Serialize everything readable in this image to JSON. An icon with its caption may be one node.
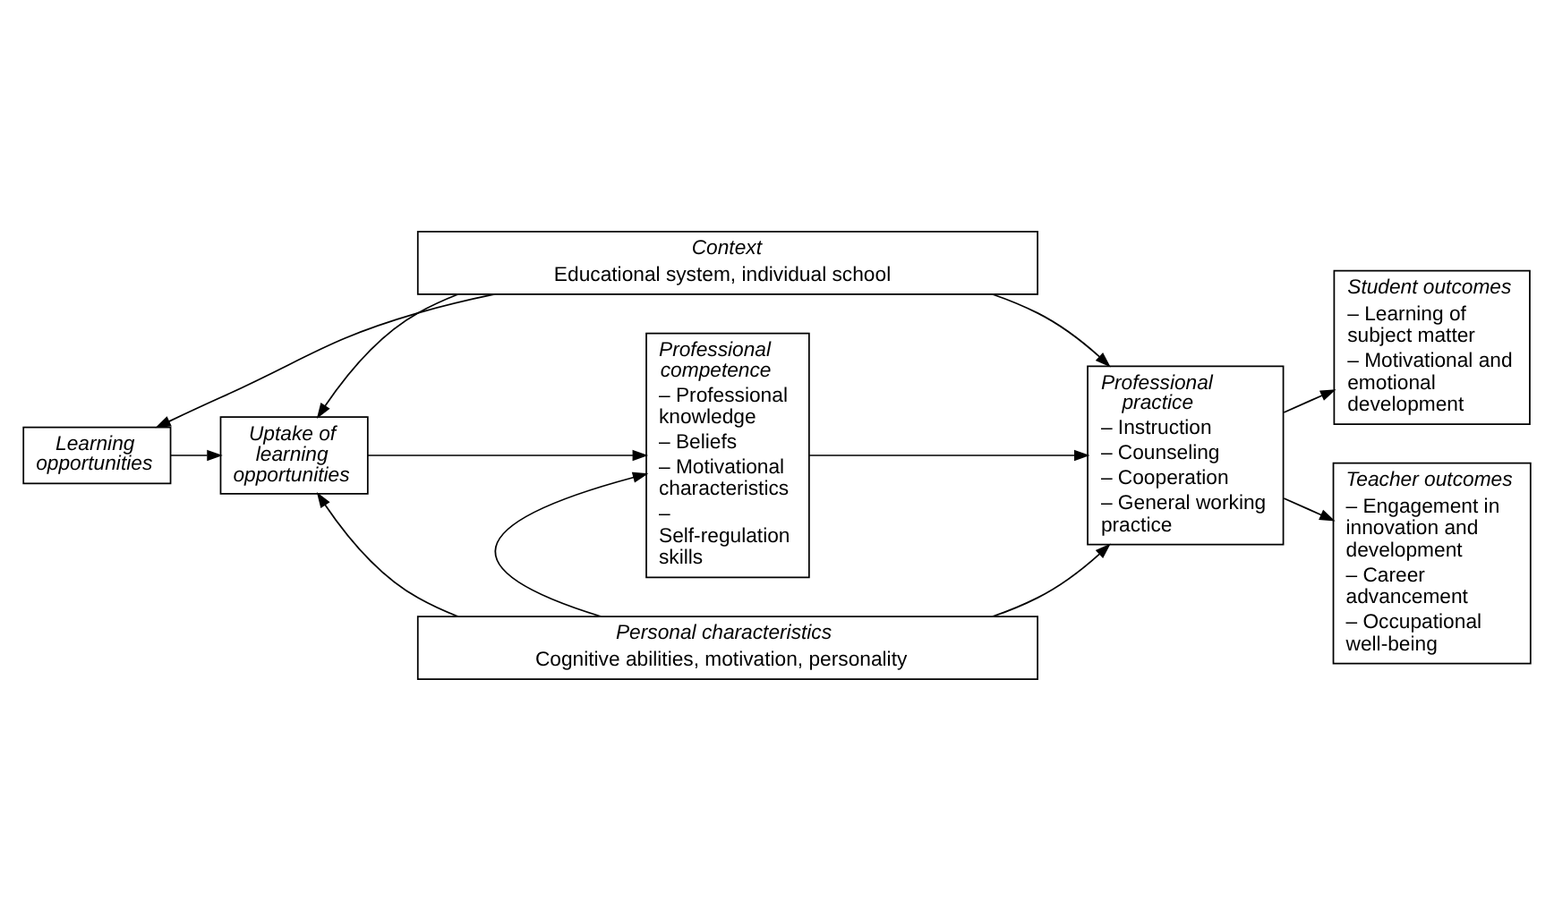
{
  "diagram": {
    "nodes": [
      {
        "text": [
          "Context",
          "Educational system, individual school"
        ]
      },
      {
        "text": [
          "Learning opportunities"
        ]
      },
      {
        "text": [
          "Uptake of learning opportunities"
        ]
      },
      {
        "text": [
          "Professional competence",
          "– Professional knowledge",
          "– Beliefs",
          "– Motivational characteristics",
          "– Self-regulation skills"
        ]
      },
      {
        "text": [
          "Professional practice",
          "– Instruction",
          "– Counseling",
          "– Cooperation",
          "– General working practice"
        ]
      },
      {
        "text": [
          "Student outcomes",
          "– Learning of subject matter",
          "– Motivational and emotional development"
        ]
      },
      {
        "text": [
          "Teacher outcomes",
          "– Engagement in innovation and development",
          "– Career advancement",
          "– Occupational well-being"
        ]
      },
      {
        "text": [
          "Personal characteristics",
          "Cognitive abilities, motivation, personality"
        ]
      }
    ],
    "edges": [
      {
        "from": 0,
        "to": 1,
        "arrow": "to"
      },
      {
        "from": 0,
        "to": 2,
        "arrow": "to"
      },
      {
        "from": 0,
        "to": 4,
        "arrow": "to"
      },
      {
        "from": 1,
        "to": 2,
        "arrow": "to"
      },
      {
        "from": 2,
        "to": 3,
        "arrow": "to"
      },
      {
        "from": 3,
        "to": 4,
        "arrow": "to"
      },
      {
        "from": 4,
        "to": 5,
        "arrow": "to"
      },
      {
        "from": 4,
        "to": 6,
        "arrow": "to"
      },
      {
        "from": 7,
        "to": 2,
        "arrow": "to"
      },
      {
        "from": 7,
        "to": 3,
        "arrow": "to"
      },
      {
        "from": 7,
        "to": 4,
        "arrow": "to"
      }
    ]
  }
}
